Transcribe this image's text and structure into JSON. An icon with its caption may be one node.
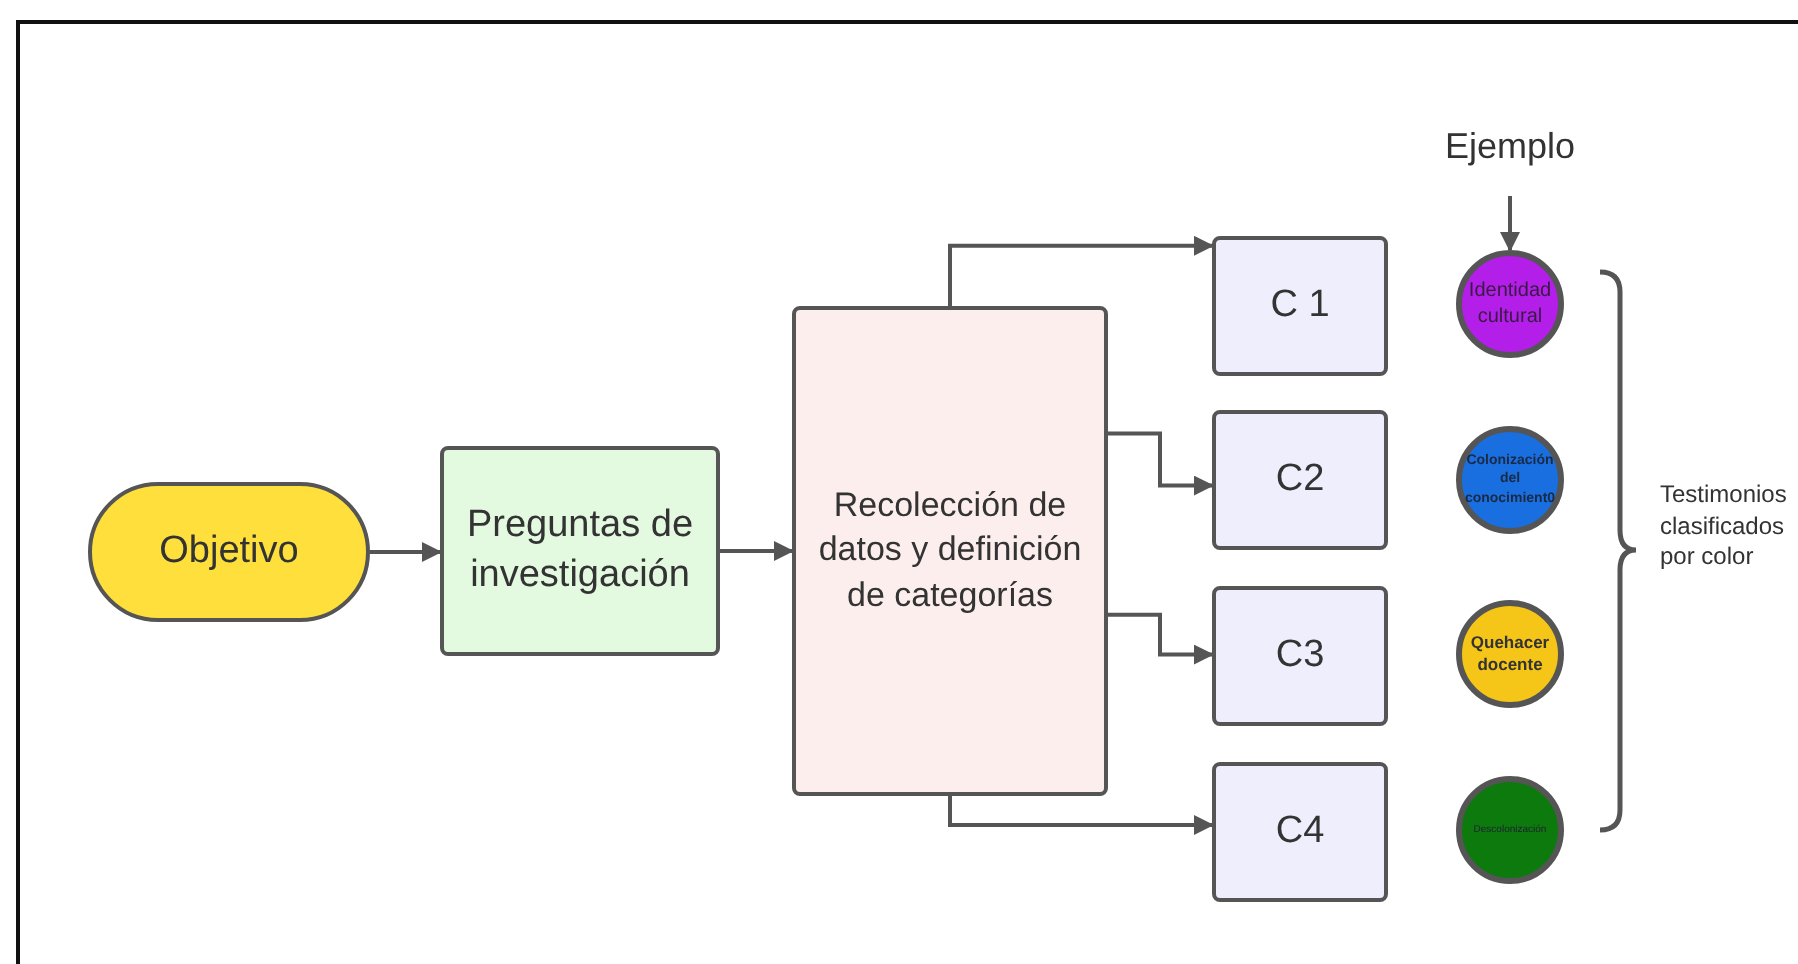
{
  "diagram": {
    "nodes": [
      {
        "text": [
          "Objetivo"
        ]
      },
      {
        "text": [
          "Preguntas de investigación"
        ]
      },
      {
        "text": [
          "Recolección de datos y definición de categorías"
        ]
      },
      {
        "text": [
          "C 1"
        ]
      },
      {
        "text": [
          "C2"
        ]
      },
      {
        "text": [
          "C3"
        ]
      },
      {
        "text": [
          "C4"
        ]
      },
      {
        "text": [
          "Ejemplo"
        ]
      },
      {
        "text": [
          "Identidad cultural"
        ]
      },
      {
        "text": [
          "Colonización del conocimient0"
        ]
      },
      {
        "text": [
          "Quehacer docente"
        ]
      },
      {
        "text": [
          "Descolonización"
        ]
      }
    ],
    "edges": [
      {
        "from": 0,
        "to": 1,
        "arrow": "to"
      },
      {
        "from": 1,
        "to": 2,
        "arrow": "to"
      },
      {
        "from": 2,
        "to": 3,
        "arrow": "to"
      },
      {
        "from": 2,
        "to": 4,
        "arrow": "to"
      },
      {
        "from": 2,
        "to": 5,
        "arrow": "to"
      },
      {
        "from": 2,
        "to": 6,
        "arrow": "to"
      },
      {
        "from": 7,
        "to": 8,
        "arrow": "to"
      }
    ],
    "labels": [
      "Testimonios clasificados por color"
    ]
  }
}
